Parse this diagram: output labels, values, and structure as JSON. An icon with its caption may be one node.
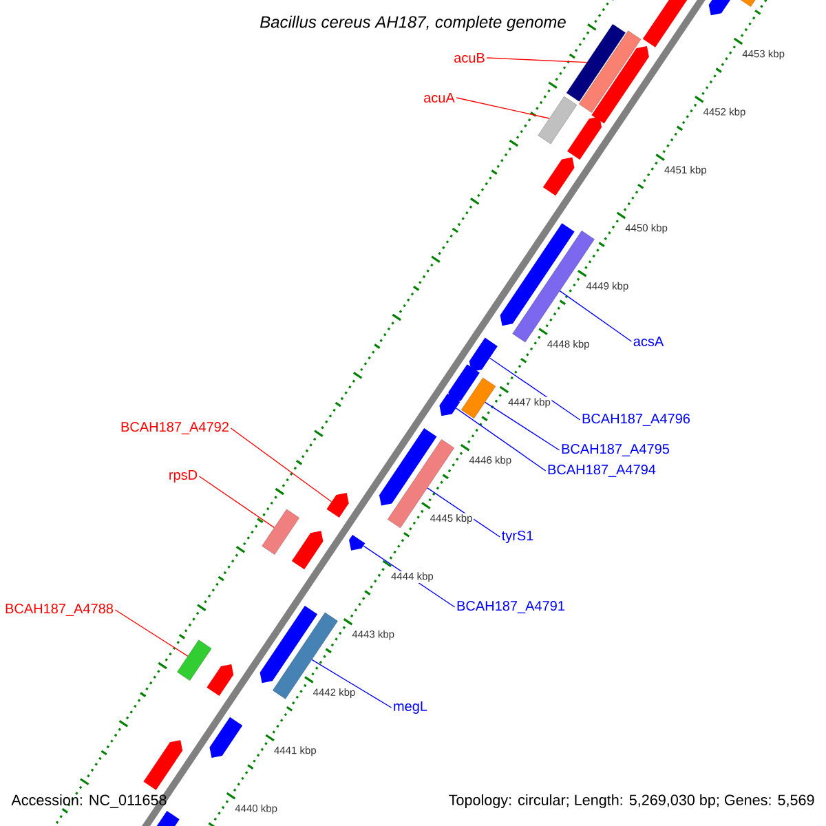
{
  "diagram": {
    "title": "Bacillus cereus AH187, complete genome",
    "nodes": [
      {
        "text": [
          "acuB"
        ]
      },
      {
        "text": [],
        "shape": "bar"
      },
      {
        "text": [
          "acuA"
        ]
      },
      {
        "text": [],
        "shape": "bar"
      },
      {
        "text": [
          "acsA"
        ]
      },
      {
        "text": [],
        "shape": "bar"
      },
      {
        "text": [
          "BCAH187_A4796"
        ]
      },
      {
        "text": [],
        "shape": "pentagon"
      },
      {
        "text": [
          "BCAH187_A4792"
        ]
      },
      {
        "text": [],
        "shape": "pentagon"
      },
      {
        "text": [
          "BCAH187_A4795"
        ]
      },
      {
        "text": [],
        "shape": "bar"
      },
      {
        "text": [
          "BCAH187_A4794"
        ]
      },
      {
        "text": [],
        "shape": "pentagon"
      },
      {
        "text": [
          "rpsD"
        ]
      },
      {
        "text": [],
        "shape": "bar"
      },
      {
        "text": [
          "tyrS1"
        ]
      },
      {
        "text": [],
        "shape": "bar"
      },
      {
        "text": [
          "BCAH187_A4791"
        ]
      },
      {
        "text": [],
        "shape": "pentagon"
      },
      {
        "text": [
          "BCAH187_A4788"
        ]
      },
      {
        "text": [],
        "shape": "bar"
      },
      {
        "text": [
          "megL"
        ]
      },
      {
        "text": [],
        "shape": "bar"
      },
      {
        "text": [],
        "shape": "bar"
      },
      {
        "text": [],
        "shape": "pentagon"
      },
      {
        "text": [],
        "shape": "pentagon"
      },
      {
        "text": [],
        "shape": "bar"
      },
      {
        "text": [],
        "shape": "pentagon"
      },
      {
        "text": [],
        "shape": "pentagon"
      },
      {
        "text": [],
        "shape": "pentagon"
      },
      {
        "text": [],
        "shape": "pentagon"
      },
      {
        "text": [],
        "shape": "pentagon"
      },
      {
        "text": [],
        "shape": "pentagon"
      },
      {
        "text": [],
        "shape": "pentagon"
      },
      {
        "text": [],
        "shape": "pentagon"
      },
      {
        "text": [],
        "shape": "pentagon"
      },
      {
        "text": [],
        "shape": "pentagon"
      },
      {
        "text": [],
        "shape": "pentagon"
      },
      {
        "text": [],
        "shape": "pentagon"
      }
    ],
    "edges": [
      {
        "from": 0,
        "to": 1,
        "arrow": "none",
        "color": "#ff0000"
      },
      {
        "from": 2,
        "to": 3,
        "arrow": "none",
        "color": "#ff0000"
      },
      {
        "from": 4,
        "to": 5,
        "arrow": "none"
      },
      {
        "from": 6,
        "to": 7,
        "arrow": "none"
      },
      {
        "from": 8,
        "to": 9,
        "arrow": "none",
        "color": "#ff0000"
      },
      {
        "from": 10,
        "to": 11,
        "arrow": "none"
      },
      {
        "from": 12,
        "to": 13,
        "arrow": "none"
      },
      {
        "from": 14,
        "to": 15,
        "arrow": "none",
        "color": "#ff0000"
      },
      {
        "from": 16,
        "to": 17,
        "arrow": "none"
      },
      {
        "from": 18,
        "to": 19,
        "arrow": "none"
      },
      {
        "from": 20,
        "to": 21,
        "arrow": "none",
        "color": "#ff0000"
      },
      {
        "from": 22,
        "to": 23,
        "arrow": "none"
      }
    ],
    "labels": [
      "4453 kbp",
      "4452 kbp",
      "4451 kbp",
      "4450 kbp",
      "4449 kbp",
      "4448 kbp",
      "4447 kbp",
      "4446 kbp",
      "4445 kbp",
      "4444 kbp",
      "4443 kbp",
      "4442 kbp",
      "4441 kbp",
      "Accession: NC_011658",
      "Topology: circular; Length: 5,269,030 bp; Genes: 5,569",
      "4440 kbp"
    ]
  }
}
